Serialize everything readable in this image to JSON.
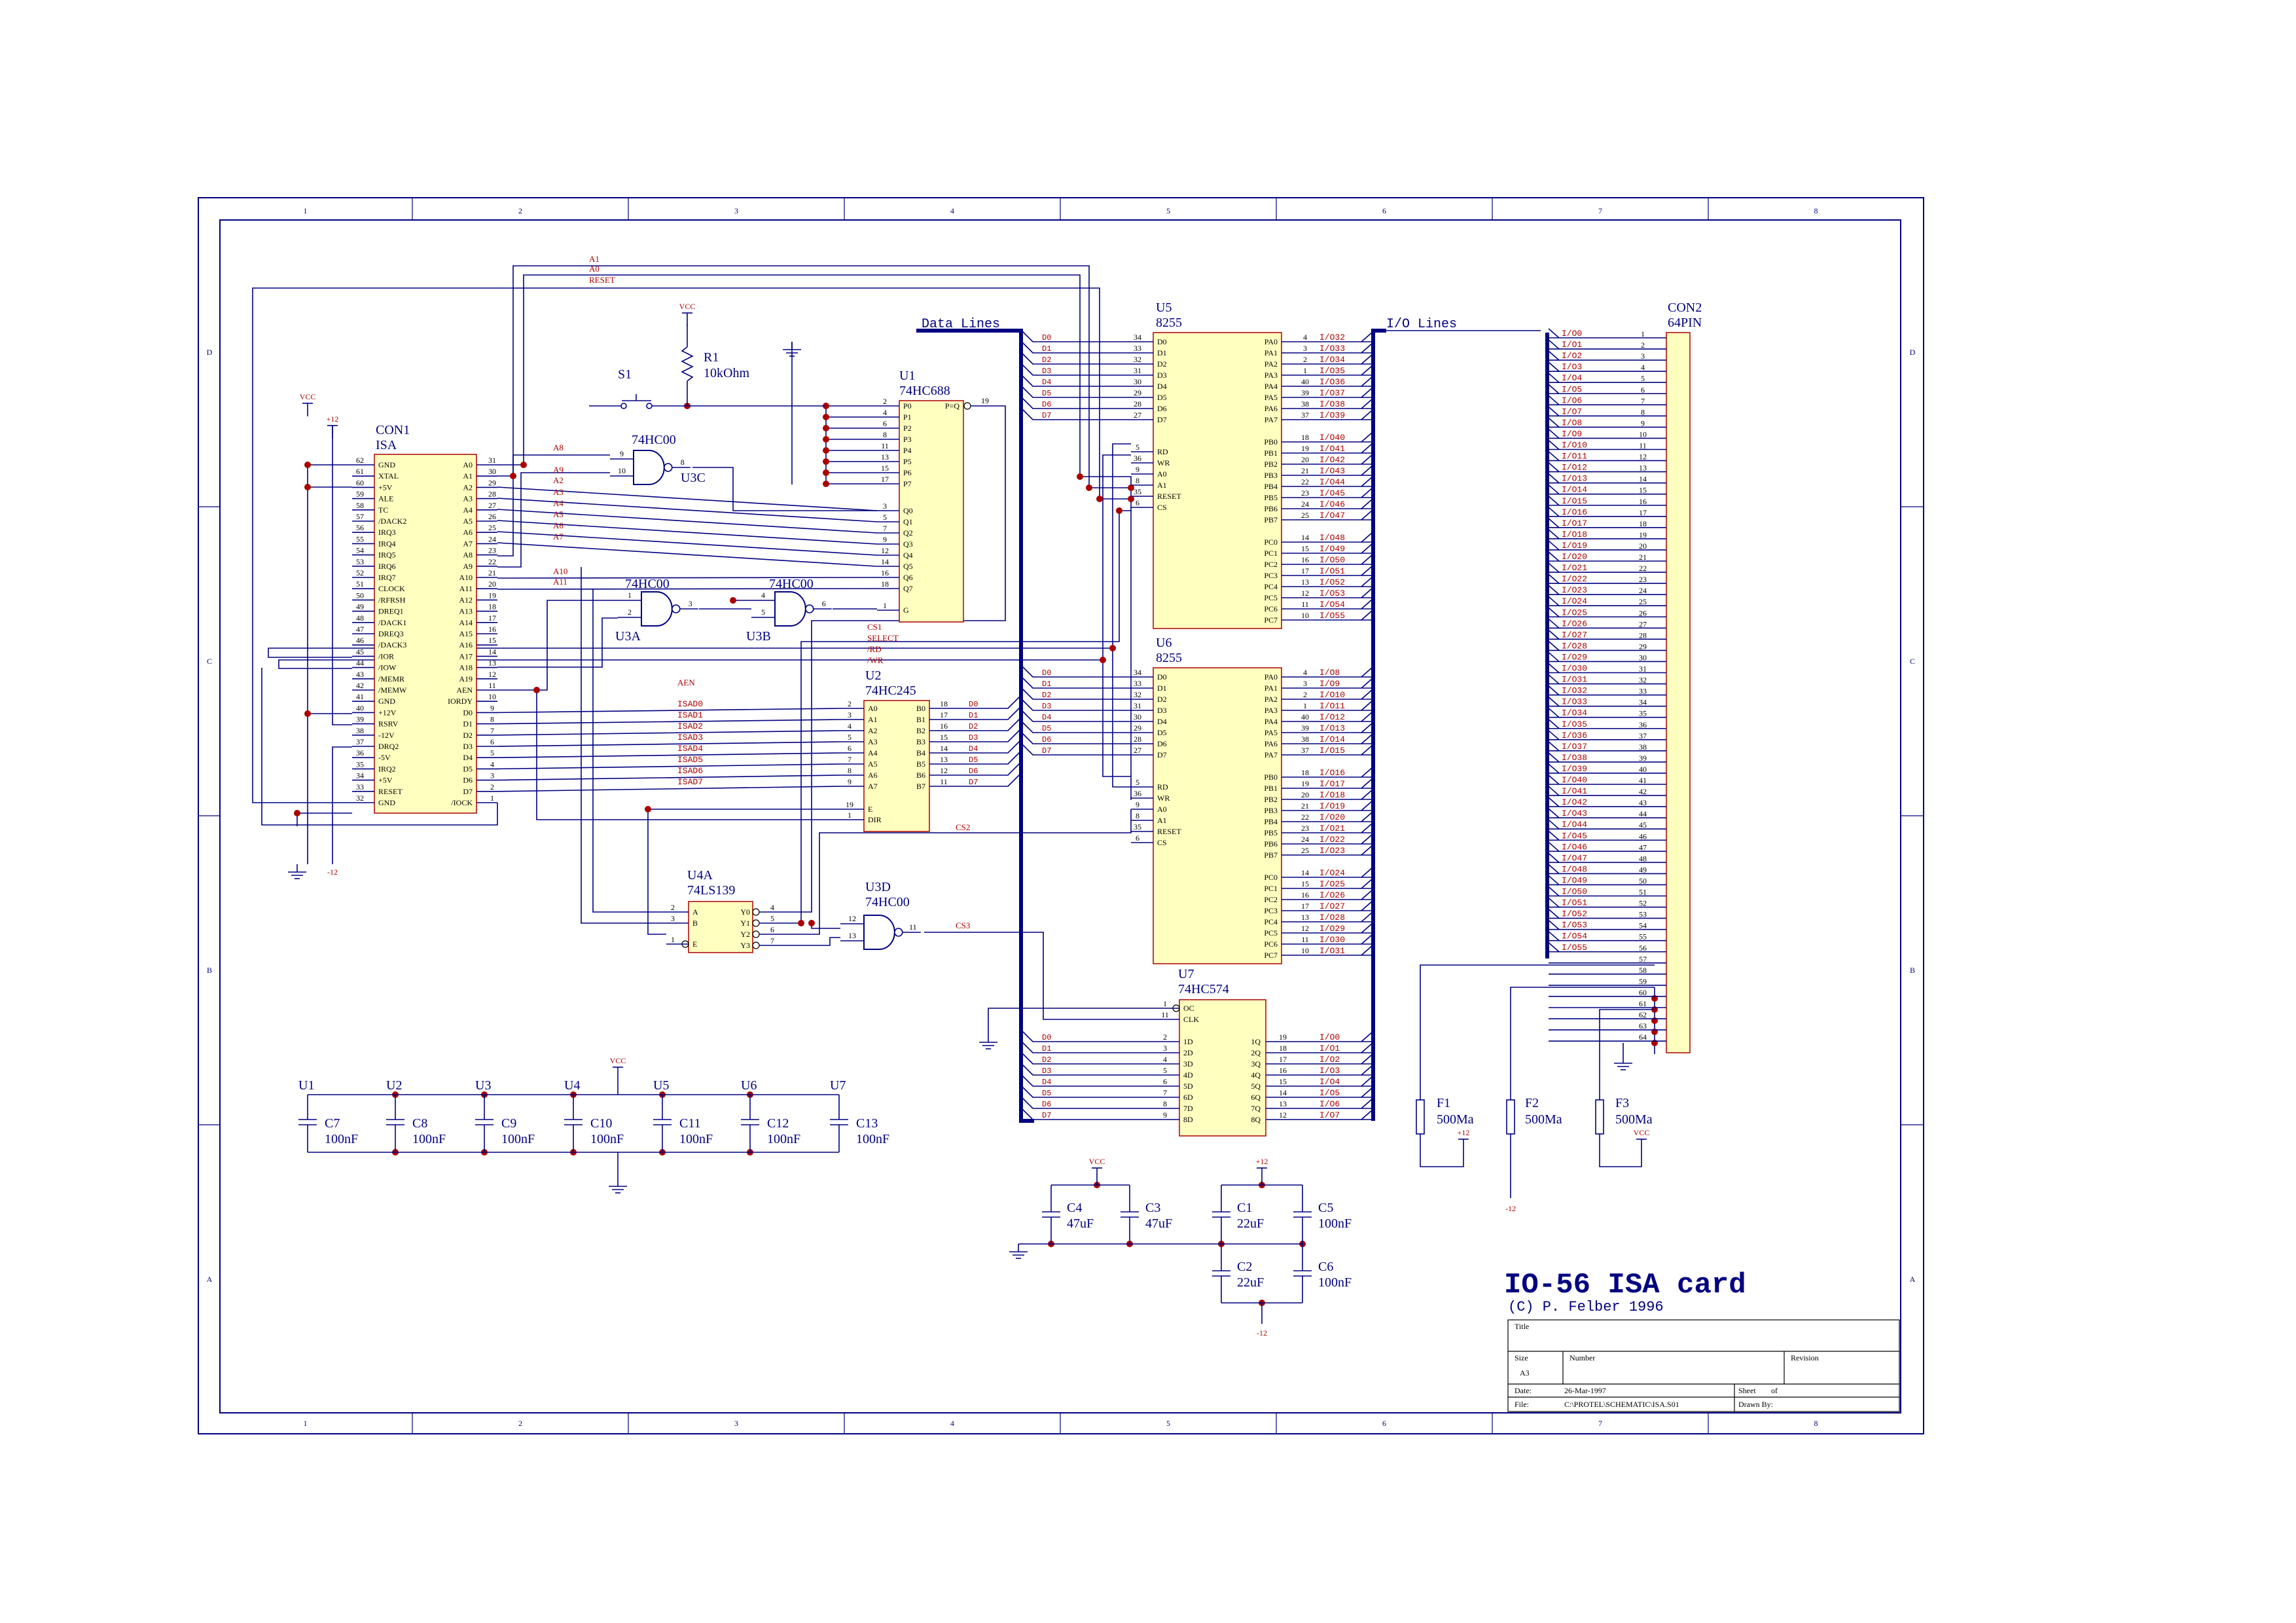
{
  "title_block": {
    "heading": "IO-56 ISA card",
    "copyright": "(C) P. Felber 1996",
    "title_label": "Title",
    "size_label": "Size",
    "size_value": "A3",
    "number_label": "Number",
    "revision_label": "Revision",
    "date_label": "Date:",
    "date_value": "26-Mar-1997",
    "sheet_label": "Sheet",
    "of_label": "of",
    "file_label": "File:",
    "file_value": "C:\\PROTEL\\SCHEMATIC\\ISA.S01",
    "drawn_label": "Drawn By:"
  },
  "frame": {
    "columns": [
      "1",
      "2",
      "3",
      "4",
      "5",
      "6",
      "7",
      "8"
    ],
    "rows": [
      "D",
      "C",
      "B",
      "A"
    ]
  },
  "colors": {
    "wire": "#000080",
    "label": "#aa0000",
    "pin": "#000000",
    "chip_fill": "#ffffc0",
    "junction": "#aa0000",
    "text": "#000080"
  },
  "buses": {
    "data": "Data Lines",
    "io": "I/O Lines"
  },
  "power": {
    "vcc": "VCC",
    "p12": "+12",
    "m12": "-12"
  },
  "components": {
    "s1": "S1",
    "r1_ref": "R1",
    "r1_val": "10kOhm",
    "con1_ref": "CON1",
    "con1_val": "ISA",
    "con2_ref": "CON2",
    "con2_val": "64PIN",
    "u1_ref": "U1",
    "u1_val": "74HC688",
    "u2_ref": "U2",
    "u2_val": "74HC245",
    "u3a_ref": "U3A",
    "u3b_ref": "U3B",
    "u3c_ref": "U3C",
    "u3d_ref": "U3D",
    "u3_val": "74HC00",
    "u4a_ref": "U4A",
    "u4_val": "74LS139",
    "u5_ref": "U5",
    "u6_ref": "U6",
    "u56_val": "8255",
    "u7_ref": "U7",
    "u7_val": "74HC574",
    "f1": "F1",
    "f2": "F2",
    "f3": "F3",
    "fuse_val": "500Ma"
  },
  "decoupling": {
    "ics": [
      "U1",
      "U2",
      "U3",
      "U4",
      "U5",
      "U6",
      "U7"
    ],
    "caps": [
      "C7",
      "C8",
      "C9",
      "C10",
      "C11",
      "C12",
      "C13"
    ],
    "value": "100nF"
  },
  "bulk_caps": [
    {
      "ref": "C4",
      "val": "47uF"
    },
    {
      "ref": "C3",
      "val": "47uF"
    },
    {
      "ref": "C1",
      "val": "22uF"
    },
    {
      "ref": "C5",
      "val": "100nF"
    },
    {
      "ref": "C2",
      "val": "22uF"
    },
    {
      "ref": "C6",
      "val": "100nF"
    }
  ],
  "con1": {
    "left_pins": [
      [
        "62",
        "GND"
      ],
      [
        "61",
        "XTAL"
      ],
      [
        "60",
        "+5V"
      ],
      [
        "59",
        "ALE"
      ],
      [
        "58",
        "TC"
      ],
      [
        "57",
        "/DACK2"
      ],
      [
        "56",
        "IRQ3"
      ],
      [
        "55",
        "IRQ4"
      ],
      [
        "54",
        "IRQ5"
      ],
      [
        "53",
        "IRQ6"
      ],
      [
        "52",
        "IRQ7"
      ],
      [
        "51",
        "CLOCK"
      ],
      [
        "50",
        "/RFRSH"
      ],
      [
        "49",
        "DREQ1"
      ],
      [
        "48",
        "/DACK1"
      ],
      [
        "47",
        "DREQ3"
      ],
      [
        "46",
        "/DACK3"
      ],
      [
        "45",
        "/IOR"
      ],
      [
        "44",
        "/IOW"
      ],
      [
        "43",
        "/MEMR"
      ],
      [
        "42",
        "/MEMW"
      ],
      [
        "41",
        "GND"
      ],
      [
        "40",
        "+12V"
      ],
      [
        "39",
        "RSRV"
      ],
      [
        "38",
        "-12V"
      ],
      [
        "37",
        "DRQ2"
      ],
      [
        "36",
        "-5V"
      ],
      [
        "35",
        "IRQ2"
      ],
      [
        "34",
        "+5V"
      ],
      [
        "33",
        "RESET"
      ],
      [
        "32",
        "GND"
      ]
    ],
    "right_pins": [
      [
        "A0",
        "31"
      ],
      [
        "A1",
        "30"
      ],
      [
        "A2",
        "29"
      ],
      [
        "A3",
        "28"
      ],
      [
        "A4",
        "27"
      ],
      [
        "A5",
        "26"
      ],
      [
        "A6",
        "25"
      ],
      [
        "A7",
        "24"
      ],
      [
        "A8",
        "23"
      ],
      [
        "A9",
        "22"
      ],
      [
        "A10",
        "21"
      ],
      [
        "A11",
        "20"
      ],
      [
        "A12",
        "19"
      ],
      [
        "A13",
        "18"
      ],
      [
        "A14",
        "17"
      ],
      [
        "A15",
        "16"
      ],
      [
        "A16",
        "15"
      ],
      [
        "A17",
        "14"
      ],
      [
        "A18",
        "13"
      ],
      [
        "A19",
        "12"
      ],
      [
        "AEN",
        "11"
      ],
      [
        "IORDY",
        "10"
      ],
      [
        "D0",
        "9"
      ],
      [
        "D1",
        "8"
      ],
      [
        "D2",
        "7"
      ],
      [
        "D3",
        "6"
      ],
      [
        "D4",
        "5"
      ],
      [
        "D5",
        "4"
      ],
      [
        "D6",
        "3"
      ],
      [
        "D7",
        "2"
      ],
      [
        "/IOCK",
        "1"
      ]
    ]
  },
  "u1": {
    "left": [
      [
        "2",
        "P0"
      ],
      [
        "4",
        "P1"
      ],
      [
        "6",
        "P2"
      ],
      [
        "8",
        "P3"
      ],
      [
        "11",
        "P4"
      ],
      [
        "13",
        "P5"
      ],
      [
        "15",
        "P6"
      ],
      [
        "17",
        "P7"
      ],
      [
        "3",
        "Q0"
      ],
      [
        "5",
        "Q1"
      ],
      [
        "7",
        "Q2"
      ],
      [
        "9",
        "Q3"
      ],
      [
        "12",
        "Q4"
      ],
      [
        "14",
        "Q5"
      ],
      [
        "16",
        "Q6"
      ],
      [
        "18",
        "Q7"
      ],
      [
        "1",
        "G"
      ]
    ],
    "out_name": "P=Q",
    "out_pin": "19"
  },
  "u2": {
    "left": [
      [
        "2",
        "A0"
      ],
      [
        "3",
        "A1"
      ],
      [
        "4",
        "A2"
      ],
      [
        "5",
        "A3"
      ],
      [
        "6",
        "A4"
      ],
      [
        "7",
        "A5"
      ],
      [
        "8",
        "A6"
      ],
      [
        "9",
        "A7"
      ],
      [
        "19",
        "E"
      ],
      [
        "1",
        "DIR"
      ]
    ],
    "right": [
      [
        "B0",
        "18"
      ],
      [
        "B1",
        "17"
      ],
      [
        "B2",
        "16"
      ],
      [
        "B3",
        "15"
      ],
      [
        "B4",
        "14"
      ],
      [
        "B5",
        "13"
      ],
      [
        "B6",
        "12"
      ],
      [
        "B7",
        "11"
      ]
    ]
  },
  "u4": {
    "left": [
      [
        "2",
        "A"
      ],
      [
        "3",
        "B"
      ],
      [
        "1",
        "E"
      ]
    ],
    "right": [
      [
        "Y0",
        "4"
      ],
      [
        "Y1",
        "5"
      ],
      [
        "Y2",
        "6"
      ],
      [
        "Y3",
        "7"
      ]
    ]
  },
  "u5": {
    "left": [
      [
        "34",
        "D0"
      ],
      [
        "33",
        "D1"
      ],
      [
        "32",
        "D2"
      ],
      [
        "31",
        "D3"
      ],
      [
        "30",
        "D4"
      ],
      [
        "29",
        "D5"
      ],
      [
        "28",
        "D6"
      ],
      [
        "27",
        "D7"
      ],
      [
        "5",
        "RD"
      ],
      [
        "36",
        "WR"
      ],
      [
        "9",
        "A0"
      ],
      [
        "8",
        "A1"
      ],
      [
        "35",
        "RESET"
      ],
      [
        "6",
        "CS"
      ]
    ],
    "right": [
      [
        "PA0",
        "4",
        "I/O32"
      ],
      [
        "PA1",
        "3",
        "I/O33"
      ],
      [
        "PA2",
        "2",
        "I/O34"
      ],
      [
        "PA3",
        "1",
        "I/O35"
      ],
      [
        "PA4",
        "40",
        "I/O36"
      ],
      [
        "PA5",
        "39",
        "I/O37"
      ],
      [
        "PA6",
        "38",
        "I/O38"
      ],
      [
        "PA7",
        "37",
        "I/O39"
      ],
      [
        "PB0",
        "18",
        "I/O40"
      ],
      [
        "PB1",
        "19",
        "I/O41"
      ],
      [
        "PB2",
        "20",
        "I/O42"
      ],
      [
        "PB3",
        "21",
        "I/O43"
      ],
      [
        "PB4",
        "22",
        "I/O44"
      ],
      [
        "PB5",
        "23",
        "I/O45"
      ],
      [
        "PB6",
        "24",
        "I/O46"
      ],
      [
        "PB7",
        "25",
        "I/O47"
      ],
      [
        "PC0",
        "14",
        "I/O48"
      ],
      [
        "PC1",
        "15",
        "I/O49"
      ],
      [
        "PC2",
        "16",
        "I/O50"
      ],
      [
        "PC3",
        "17",
        "I/O51"
      ],
      [
        "PC4",
        "13",
        "I/O52"
      ],
      [
        "PC5",
        "12",
        "I/O53"
      ],
      [
        "PC6",
        "11",
        "I/O54"
      ],
      [
        "PC7",
        "10",
        "I/O55"
      ]
    ]
  },
  "u6": {
    "left": [
      [
        "34",
        "D0"
      ],
      [
        "33",
        "D1"
      ],
      [
        "32",
        "D2"
      ],
      [
        "31",
        "D3"
      ],
      [
        "30",
        "D4"
      ],
      [
        "29",
        "D5"
      ],
      [
        "28",
        "D6"
      ],
      [
        "27",
        "D7"
      ],
      [
        "5",
        "RD"
      ],
      [
        "36",
        "WR"
      ],
      [
        "9",
        "A0"
      ],
      [
        "8",
        "A1"
      ],
      [
        "35",
        "RESET"
      ],
      [
        "6",
        "CS"
      ]
    ],
    "right": [
      [
        "PA0",
        "4",
        "I/O8"
      ],
      [
        "PA1",
        "3",
        "I/O9"
      ],
      [
        "PA2",
        "2",
        "I/O10"
      ],
      [
        "PA3",
        "1",
        "I/O11"
      ],
      [
        "PA4",
        "40",
        "I/O12"
      ],
      [
        "PA5",
        "39",
        "I/O13"
      ],
      [
        "PA6",
        "38",
        "I/O14"
      ],
      [
        "PA7",
        "37",
        "I/O15"
      ],
      [
        "PB0",
        "18",
        "I/O16"
      ],
      [
        "PB1",
        "19",
        "I/O17"
      ],
      [
        "PB2",
        "20",
        "I/O18"
      ],
      [
        "PB3",
        "21",
        "I/O19"
      ],
      [
        "PB4",
        "22",
        "I/O20"
      ],
      [
        "PB5",
        "23",
        "I/O21"
      ],
      [
        "PB6",
        "24",
        "I/O22"
      ],
      [
        "PB7",
        "25",
        "I/O23"
      ],
      [
        "PC0",
        "14",
        "I/O24"
      ],
      [
        "PC1",
        "15",
        "I/O25"
      ],
      [
        "PC2",
        "16",
        "I/O26"
      ],
      [
        "PC3",
        "17",
        "I/O27"
      ],
      [
        "PC4",
        "13",
        "I/O28"
      ],
      [
        "PC5",
        "12",
        "I/O29"
      ],
      [
        "PC6",
        "11",
        "I/O30"
      ],
      [
        "PC7",
        "10",
        "I/O31"
      ]
    ]
  },
  "u7": {
    "left": [
      [
        "1",
        "OC"
      ],
      [
        "11",
        "CLK"
      ],
      [
        "2",
        "1D"
      ],
      [
        "3",
        "2D"
      ],
      [
        "4",
        "3D"
      ],
      [
        "5",
        "4D"
      ],
      [
        "6",
        "5D"
      ],
      [
        "7",
        "6D"
      ],
      [
        "8",
        "7D"
      ],
      [
        "9",
        "8D"
      ]
    ],
    "right": [
      [
        "1Q",
        "19",
        "I/O0"
      ],
      [
        "2Q",
        "18",
        "I/O1"
      ],
      [
        "3Q",
        "17",
        "I/O2"
      ],
      [
        "4Q",
        "16",
        "I/O3"
      ],
      [
        "5Q",
        "15",
        "I/O4"
      ],
      [
        "6Q",
        "14",
        "I/O5"
      ],
      [
        "7Q",
        "13",
        "I/O6"
      ],
      [
        "8Q",
        "12",
        "I/O7"
      ]
    ]
  },
  "d_nets": [
    "D0",
    "D1",
    "D2",
    "D3",
    "D4",
    "D5",
    "D6",
    "D7"
  ],
  "isad_nets": [
    "ISAD0",
    "ISAD1",
    "ISAD2",
    "ISAD3",
    "ISAD4",
    "ISAD5",
    "ISAD6",
    "ISAD7"
  ],
  "con2_nets": [
    "I/O0",
    "I/O1",
    "I/O2",
    "I/O3",
    "I/O4",
    "I/O5",
    "I/O6",
    "I/O7",
    "I/O8",
    "I/O9",
    "I/O10",
    "I/O11",
    "I/O12",
    "I/O13",
    "I/O14",
    "I/O15",
    "I/O16",
    "I/O17",
    "I/O18",
    "I/O19",
    "I/O20",
    "I/O21",
    "I/O22",
    "I/O23",
    "I/O24",
    "I/O25",
    "I/O26",
    "I/O27",
    "I/O28",
    "I/O29",
    "I/O30",
    "I/O31",
    "I/O32",
    "I/O33",
    "I/O34",
    "I/O35",
    "I/O36",
    "I/O37",
    "I/O38",
    "I/O39",
    "I/O40",
    "I/O41",
    "I/O42",
    "I/O43",
    "I/O44",
    "I/O45",
    "I/O46",
    "I/O47",
    "I/O48",
    "I/O49",
    "I/O50",
    "I/O51",
    "I/O52",
    "I/O53",
    "I/O54",
    "I/O55"
  ],
  "net_labels": {
    "a1": "A1",
    "a0": "A0",
    "reset": "RESET",
    "a8": "A8",
    "a9": "A9",
    "a2": "A2",
    "a3": "A3",
    "a4": "A4",
    "a5": "A5",
    "a6": "A6",
    "a7": "A7",
    "a10": "A10",
    "a11": "A11",
    "cs1": "CS1",
    "select": "SELECT",
    "rd": "/RD",
    "wr": "/WR",
    "aen": "AEN",
    "cs2": "CS2",
    "cs3": "CS3"
  },
  "gate_pins": {
    "u3c_a": "9",
    "u3c_b": "10",
    "u3c_y": "8",
    "u3a_a": "1",
    "u3a_b": "2",
    "u3a_y": "3",
    "u3b_a": "4",
    "u3b_b": "5",
    "u3b_y": "6",
    "u3d_a": "12",
    "u3d_b": "13",
    "u3d_y": "11",
    "u1_g": "1"
  }
}
